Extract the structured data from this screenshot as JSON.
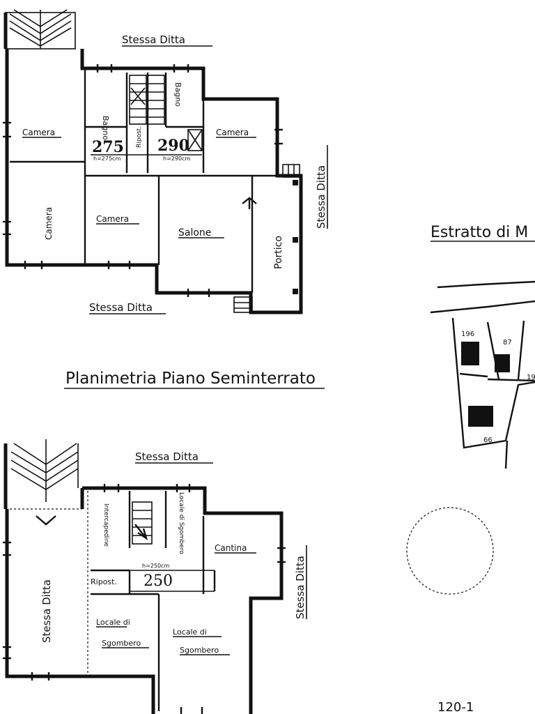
{
  "top_plan": {
    "neighbor_top": "Stessa Ditta",
    "neighbor_right": "Stessa Ditta",
    "neighbor_bottom": "Stessa Ditta",
    "room_bagno_left": "Bagno",
    "room_bagno_right": "Bagno",
    "room_camera_nw": "Camera",
    "room_camera_ne": "Camera",
    "room_camera_w": "Camera",
    "room_camera_mid": "Camera",
    "room_salone": "Salone",
    "room_portico": "Portico",
    "room_ripost": "Ripost.",
    "height_left_value": "275",
    "height_left_note": "h=275cm",
    "height_right_value": "290",
    "height_right_note": "h=290cm"
  },
  "title_semint": "Planimetria Piano Seminterrato",
  "bottom_plan": {
    "neighbor_top": "Stessa Ditta",
    "neighbor_right": "Stessa Ditta",
    "neighbor_left": "Stessa Ditta",
    "room_intercapedine": "Intercapedine",
    "room_locale_top": "Locale di Sgombero",
    "room_cantina": "Cantina",
    "room_ripost": "Ripost.",
    "room_locale_left_1": "Locale di",
    "room_locale_left_2": "Sgombero",
    "room_locale_right_1": "Locale di",
    "room_locale_right_2": "Sgombero",
    "height_value": "250",
    "height_note": "h=250cm"
  },
  "extract": {
    "title": "Estratto di M",
    "parcel_1": "196",
    "parcel_2": "87",
    "parcel_3": "66",
    "parcel_4": "19",
    "footer_mark": "120-1"
  }
}
